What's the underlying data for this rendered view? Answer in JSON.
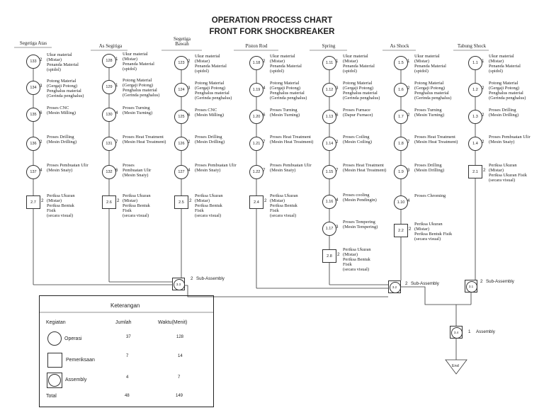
{
  "title": {
    "line1": "OPERATION PROCESS CHART",
    "line2": "FRONT FORK SHOCKBREAKER"
  },
  "columns": [
    {
      "header": "Segetiga Atas",
      "steps": [
        {
          "id": "133",
          "time": "2",
          "desc": "Ukur material\n(Mistar)\nPenanda Material\n(spidol)"
        },
        {
          "id": "134",
          "time": "3",
          "desc": "Potong Material\n(Gergaji Potong)\nPenghalus material\n(Gerinda penghalus)"
        },
        {
          "id": "135",
          "time": "6",
          "desc": "Proses CNC\n(Mesin Milling)"
        },
        {
          "id": "136",
          "time": "2",
          "desc": "Proses Drilling\n(Mesin Drilling)"
        },
        {
          "id": "137",
          "time": "4",
          "desc": "Proses Pembuatan Ulir\n(Mesin Snaiy)"
        },
        {
          "id": "2.7",
          "time": "2",
          "desc": "Periksa Ukuran\n(Mistar)\nPeriksa Bentuk\nFisik\n(secara visual)"
        }
      ]
    },
    {
      "header": "As Segitiga",
      "steps": [
        {
          "id": "128",
          "time": "1",
          "desc": "Ukur material\n(Mistar)\nPenanda Material\n(spidol)"
        },
        {
          "id": "129",
          "time": "1",
          "desc": "Potong Material\n(Gergaji Potong)\nPenghalus material\n(Gerinda penghalus)"
        },
        {
          "id": "130",
          "time": "4",
          "desc": "Proses Turning\n(Mesin Turning)"
        },
        {
          "id": "131",
          "time": "7",
          "desc": "Proses Heat Treatment\n(Mesin Heat Treatment)"
        },
        {
          "id": "132",
          "time": "6",
          "desc": "Proses\nPembuatan Ulir\n(Mesin Snaiy)"
        },
        {
          "id": "2.6",
          "time": "2",
          "desc": "Periksa Ukuran\n(Mistar)\nPeriksa Bentuk\nFisik\n(secara visual)"
        }
      ]
    },
    {
      "header": "Segetiga\nBawah",
      "steps": [
        {
          "id": "123",
          "time": "2",
          "desc": "Ukur material\n(Mistar)\nPenanda Material\n(spidol)"
        },
        {
          "id": "124",
          "time": "3",
          "desc": "Potong Material\n(Gergaji Potong)\nPenghalus material\n(Gerinda penghalus)"
        },
        {
          "id": "125",
          "time": "6",
          "desc": "Proses CNC\n(Mesin Milling)"
        },
        {
          "id": "126",
          "time": "2",
          "desc": "Proses Drilling\n(Mesin Drilling)"
        },
        {
          "id": "127",
          "time": "4",
          "desc": "Proses Pembuatan Ulir\n(Mesin Snaiy)"
        },
        {
          "id": "2.5",
          "time": "2",
          "desc": "Periksa Ukuran\n(Mistar)\nPeriksa Bentuk\nFisik\n(secara visual)"
        }
      ]
    },
    {
      "header": "Piston Rod",
      "steps": [
        {
          "id": "1.18",
          "time": "2",
          "desc": "Ukur material\n(Mistar)\nPenanda Material\n(spidol)"
        },
        {
          "id": "1.19",
          "time": "4",
          "desc": "Potong Material\n(Gergaji Potong)\nPenghalus material\n(Gerinda penghalus)"
        },
        {
          "id": "1.20",
          "time": "6",
          "desc": "Proses Turning\n(Mesin Turning)"
        },
        {
          "id": "1.21",
          "time": "7",
          "desc": "Proses Heat Treatment\n(Mesin Heat Treatment)"
        },
        {
          "id": "1.22",
          "time": "7",
          "desc": "Proses Pembuatan Ulir\n(Mesin Snaiy)"
        },
        {
          "id": "2.4",
          "time": "2",
          "desc": "Periksa Ukuran\n(Mistar)\nPeriksa Bentuk\nFisik\n(secara visual)"
        }
      ]
    },
    {
      "header": "Spring",
      "steps": [
        {
          "id": "1.11",
          "time": "1",
          "desc": "Ukur material\n(Mistar)\nPenanda Material\n(spidol)"
        },
        {
          "id": "1.12",
          "time": "3",
          "desc": "Potong Material\n(Gergaji Potong)\nPenghalus material\n(Gerinda penghalus)"
        },
        {
          "id": "1.13",
          "time": "6",
          "desc": "Proses Furnace\n(Dapur Furnace)"
        },
        {
          "id": "1.14",
          "time": "2",
          "desc": "Proses Coiling\n(Mesin Coiling)"
        },
        {
          "id": "1.15",
          "time": "7",
          "desc": "Proses Heat Treatment\n(Mesin Heat Treatment)"
        },
        {
          "id": "1.16",
          "time": "4",
          "desc": "Proses cooling\n(Mesin Pendingin)"
        },
        {
          "id": "1.17",
          "time": "3",
          "desc": "Proses Tempering\n(Mesin Tempering)"
        },
        {
          "id": "2.8",
          "time": "2",
          "desc": "Periksa Ukuran\n(Mistar)\nPeriksa Bentuk\nFisik\n(secara visual)"
        }
      ]
    },
    {
      "header": "As Shock",
      "steps": [
        {
          "id": "1.5",
          "time": "1",
          "desc": "Ukur material\n(Mistar)\nPenanda Material\n(spidol)"
        },
        {
          "id": "1.6",
          "time": "2",
          "desc": "Potong Material\n(Gergaji Potong)\nPenghalus material\n(Gerinda penghalus)"
        },
        {
          "id": "1.7",
          "time": "2",
          "desc": "Proses Turning\n(Mesin Turning)"
        },
        {
          "id": "1.8",
          "time": "7",
          "desc": "Proses Heat Treatment\n(Mesin Heat Treatment)"
        },
        {
          "id": "1.9",
          "time": "3",
          "desc": "Proses Drilling\n(Mesin Drilling)"
        },
        {
          "id": "1.10",
          "time": "4",
          "desc": "Proses Chroming"
        },
        {
          "id": "2.2",
          "time": "2",
          "desc": "Periksa Ukuran\n(Mistar)\nPeriksa Bentuk Fisik\n(secara visual)"
        }
      ]
    },
    {
      "header": "Tabung Shock",
      "steps": [
        {
          "id": "1.1",
          "time": "1",
          "desc": "Ukur material\n(Mistar)\nPenanda Material\n(spidol)"
        },
        {
          "id": "1.2",
          "time": "2",
          "desc": "Potong Material\n(Gergaji Potong)\nPenghalus material\n(Gerinda penghalus)"
        },
        {
          "id": "1.3",
          "time": "2",
          "desc": "Proses Drilling\n(Mesin Drilling)"
        },
        {
          "id": "1.4",
          "time": "2",
          "desc": "Proses Pembuatan Ulir\n(Mesin Snaiy)"
        },
        {
          "id": "2.1",
          "time": "2",
          "desc": "Periksa Ukuran\n(Mistar)\nPeriksa Ukuran Fisik\n(secara visual)"
        }
      ]
    }
  ],
  "assemblies": [
    {
      "id": "3.3",
      "time": "2",
      "label": "Sub-Assembly"
    },
    {
      "id": "3.2",
      "time": "2",
      "label": "Sub-Assembly"
    },
    {
      "id": "3.1",
      "time": "2",
      "label": "Sub-Assembly"
    },
    {
      "id": "3.4",
      "time": "1",
      "label": "Assembly"
    }
  ],
  "end_label": "End",
  "legend": {
    "title": "Keterangan",
    "headers": {
      "kegiatan": "Kegiatan",
      "jumlah": "Jumlah",
      "waktu": "Waktu(Menit)"
    },
    "rows": [
      {
        "name": "Operasi",
        "count": "37",
        "time": "128"
      },
      {
        "name": "Pemeriksaan",
        "count": "7",
        "time": "14"
      },
      {
        "name": "Assembly",
        "count": "4",
        "time": "7"
      }
    ],
    "total": {
      "name": "Total",
      "count": "48",
      "time": "149"
    }
  }
}
